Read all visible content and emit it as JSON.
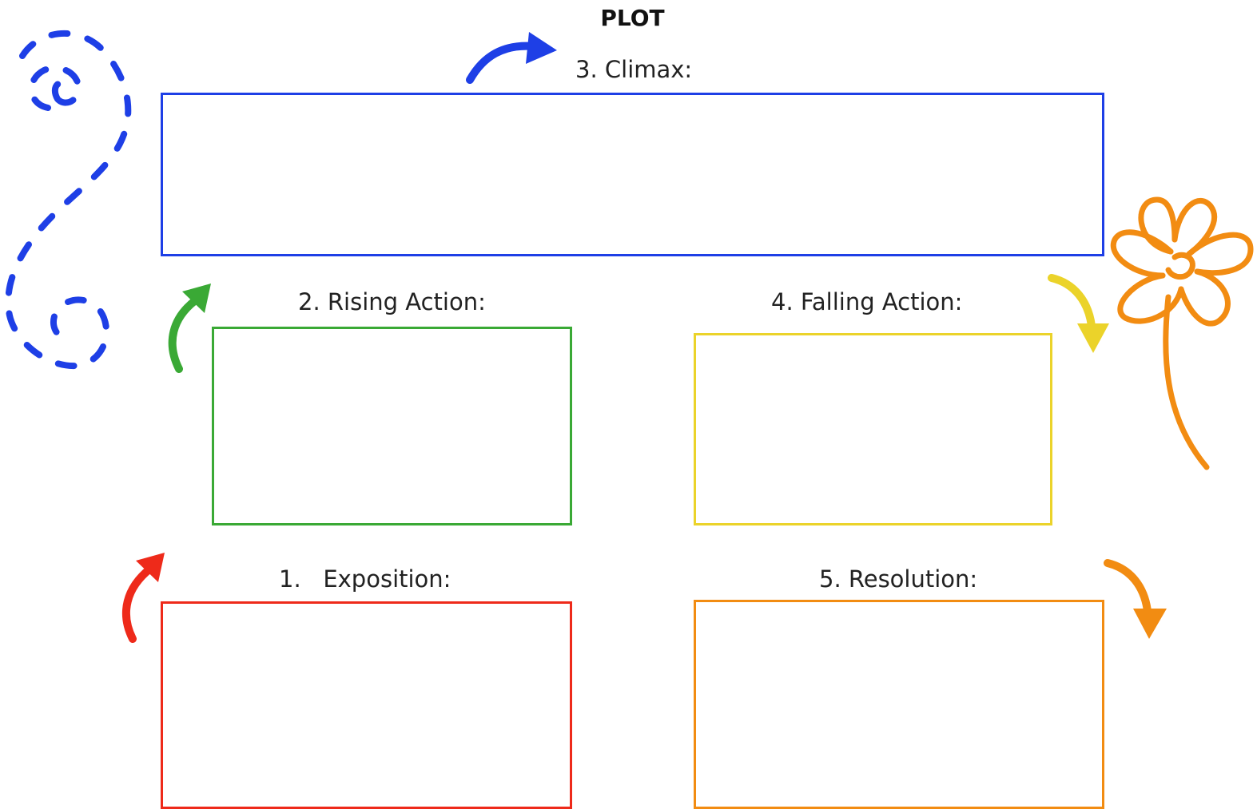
{
  "title": "PLOT",
  "stages": {
    "climax": {
      "label": "3. Climax:",
      "color": "#1E3FE6"
    },
    "rising_action": {
      "label": "2. Rising Action:",
      "color": "#3AA935"
    },
    "falling_action": {
      "label": "4. Falling Action:",
      "color": "#EBD32A"
    },
    "exposition": {
      "label": "1.   Exposition:",
      "color": "#EE2A1A"
    },
    "resolution": {
      "label": "5. Resolution:",
      "color": "#F28C12"
    }
  },
  "decorations": {
    "spiral_color": "#1E3FE6",
    "flower_color": "#F28C12",
    "icons": [
      "dashed-spiral-icon",
      "flower-icon",
      "curved-arrow-icon"
    ]
  }
}
